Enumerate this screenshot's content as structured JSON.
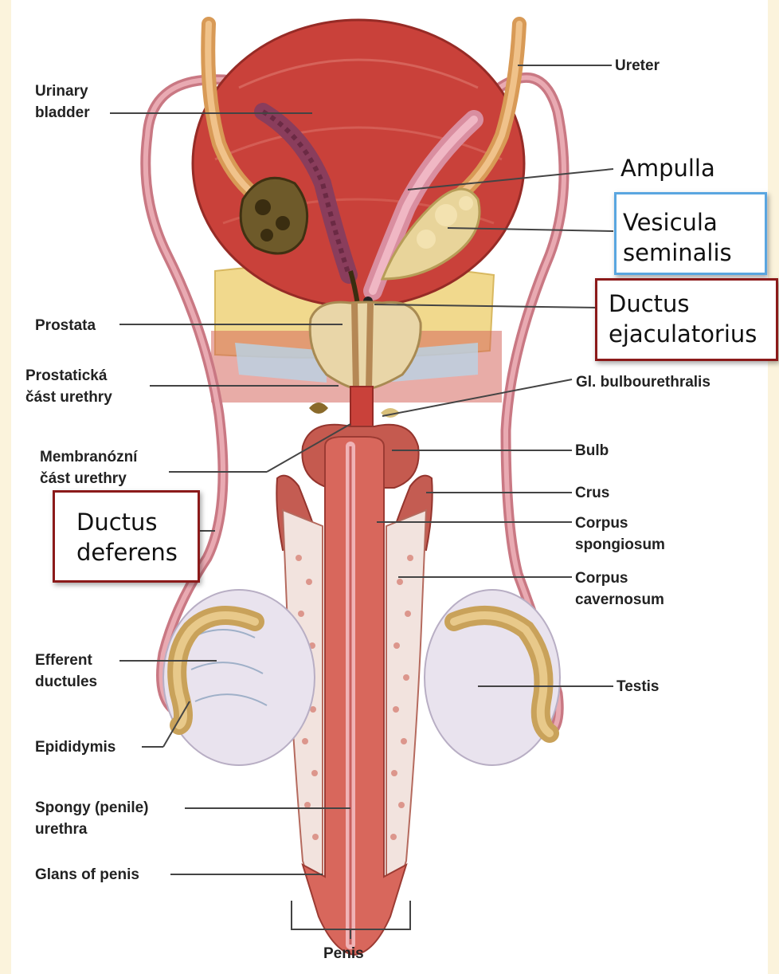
{
  "labels": {
    "ureter": "Ureter",
    "urinary_bladder": "Urinary\nbladder",
    "ampulla": "Ampulla",
    "vesicula_seminalis": "Vesicula\nseminalis",
    "ductus_ejaculatorius": "Ductus\nejaculatorius",
    "prostata": "Prostata",
    "prostaticka": "Prostatická\nčást urethry",
    "gl_bulbourethralis": "Gl. bulbourethralis",
    "membranozni": "Membranózní\nčást urethry",
    "bulb": "Bulb",
    "crus": "Crus",
    "ductus_deferens": "Ductus\ndeferens",
    "corpus_spongiosum": "Corpus\nspongiosum",
    "corpus_cavernosum": "Corpus\ncavernosum",
    "efferent_ductules": "Efferent\nductules",
    "testis": "Testis",
    "epididymis": "Epididymis",
    "spongy_urethra": "Spongy (penile)\nurethra",
    "glans_of_penis": "Glans of penis",
    "penis": "Penis"
  },
  "colors": {
    "highlight_red": "#8b1a1a",
    "highlight_blue": "#5aa6e0",
    "muscle": "#c9413a",
    "tissue_pink": "#e6a39a",
    "fat_yellow": "#efd98a",
    "testis_white": "#e9e3ee"
  }
}
